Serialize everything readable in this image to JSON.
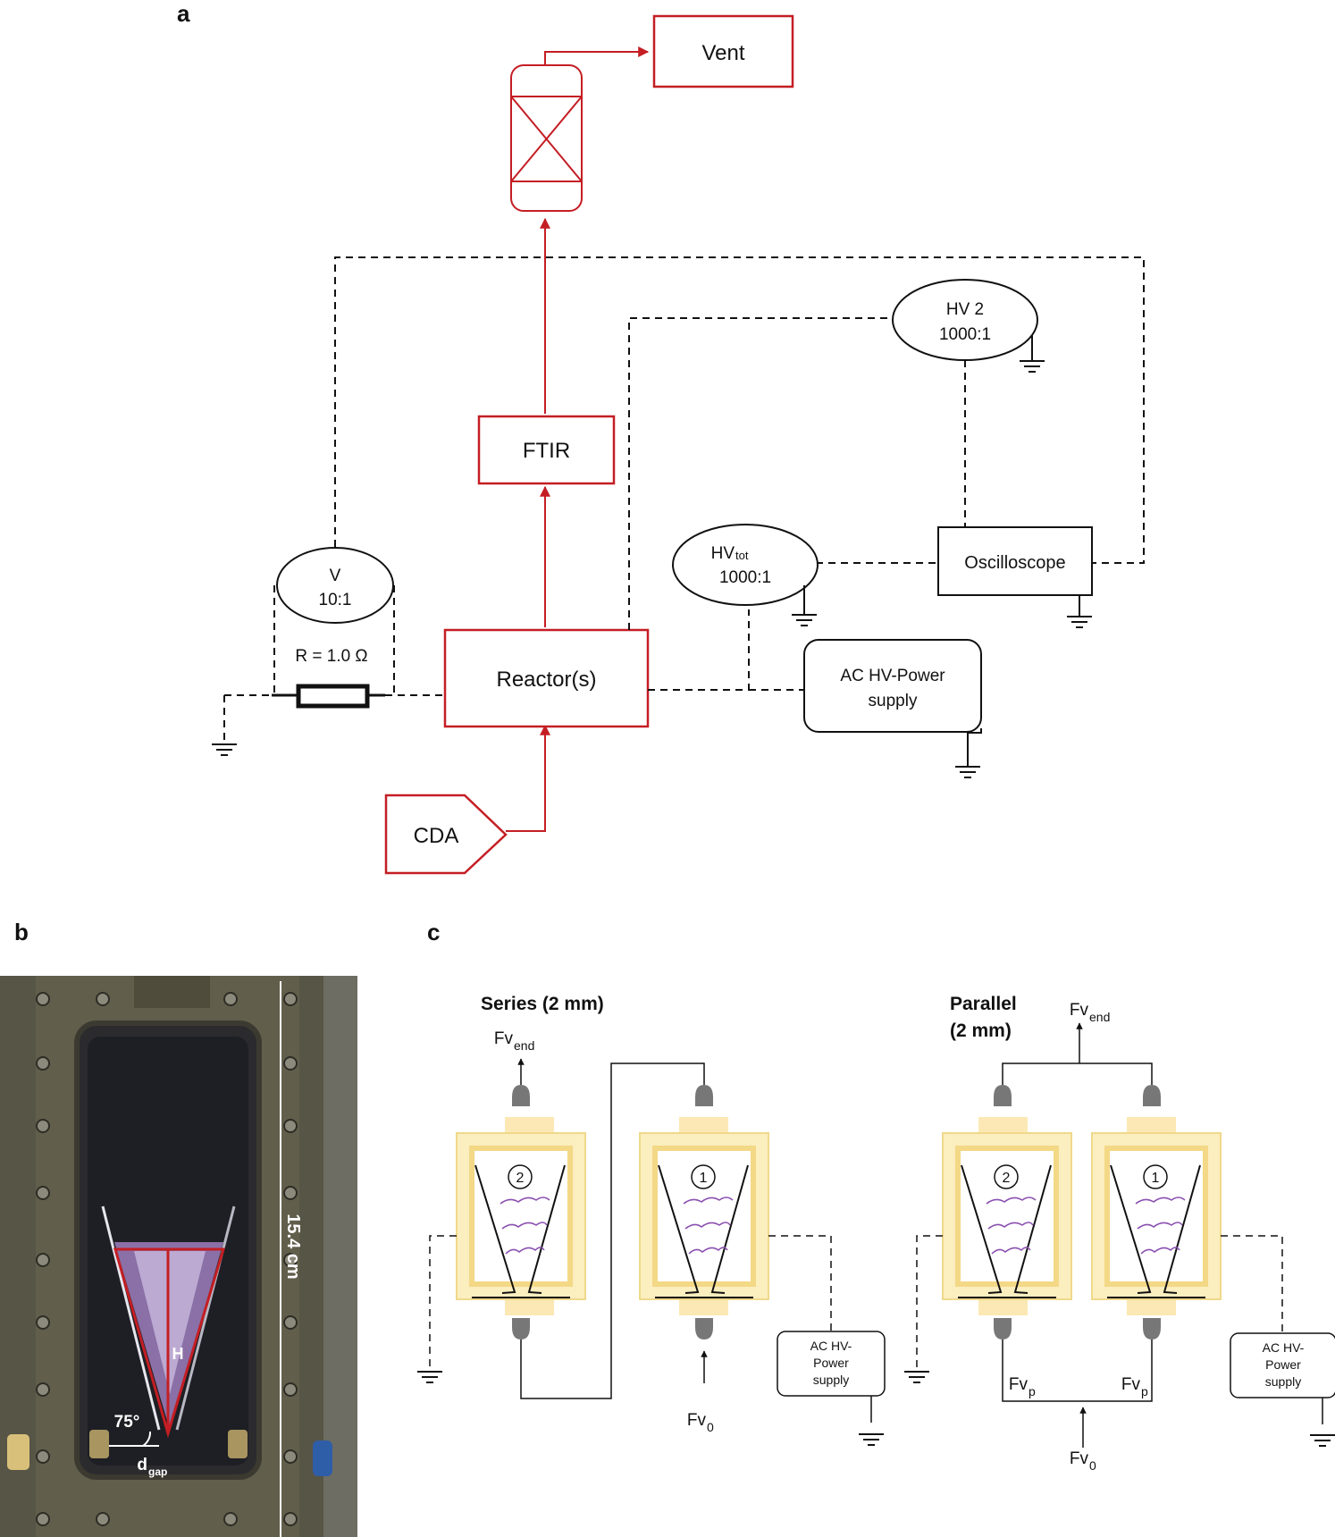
{
  "panels": {
    "a": "a",
    "b": "b",
    "c": "c"
  },
  "schematic": {
    "vent": "Vent",
    "ftir": "FTIR",
    "reactor": "Reactor(s)",
    "cda": "CDA",
    "hv2_line1": "HV 2",
    "hv2_line2": "1000:1",
    "hvtot_main": "HV",
    "hvtot_sub": "tot",
    "hvtot_line2": "1000:1",
    "oscilloscope": "Oscilloscope",
    "v_line1": "V",
    "v_line2": "10:1",
    "resistor": "R = 1.0 Ω",
    "power_line1": "AC HV-Power",
    "power_line2": "supply"
  },
  "photo": {
    "height_label": "15.4 cm",
    "h_label": "H",
    "angle_label": "75°",
    "gap_main": "d",
    "gap_sub": "gap"
  },
  "configs": {
    "series_title": "Series (2 mm)",
    "parallel_title_line1": "Parallel",
    "parallel_title_line2": "(2 mm)",
    "fv": "Fv",
    "sub_end": "end",
    "sub_0": "0",
    "sub_p": "p",
    "reactor_1": "1",
    "reactor_2": "2",
    "supply_line1": "AC HV-",
    "supply_line2": "Power",
    "supply_line3": "supply"
  },
  "colors": {
    "flow_red": "#c41e24",
    "reactor_frame": "#f7e4a8",
    "plasma": "#8a4fb0"
  }
}
